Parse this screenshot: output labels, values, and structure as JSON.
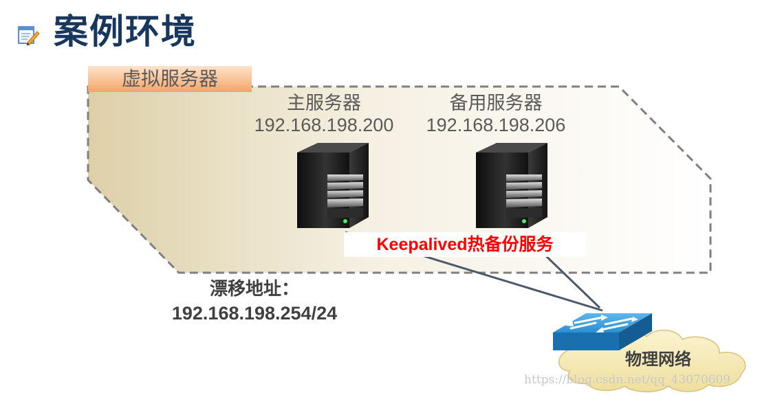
{
  "title": "案例环境",
  "virtual_server_label": "虚拟服务器",
  "servers": [
    {
      "name": "主服务器",
      "ip": "192.168.198.200"
    },
    {
      "name": "备用服务器",
      "ip": "192.168.198.206"
    }
  ],
  "keepalived_label": "Keepalived热备份服务",
  "floating": {
    "label": "漂移地址：",
    "ip": "192.168.198.254/24"
  },
  "network_label": "物理网络",
  "watermark": "https://blog.csdn.net/qq_43070609",
  "colors": {
    "title": "#17375e",
    "keepalived_text": "#ff0000",
    "switch": "#1f86c8",
    "cloud": "#f5eab8",
    "boundary": "#7f7f7f"
  },
  "icons": [
    "notepad-pencil-icon",
    "server-tower-icon",
    "network-switch-icon",
    "cloud-icon"
  ]
}
